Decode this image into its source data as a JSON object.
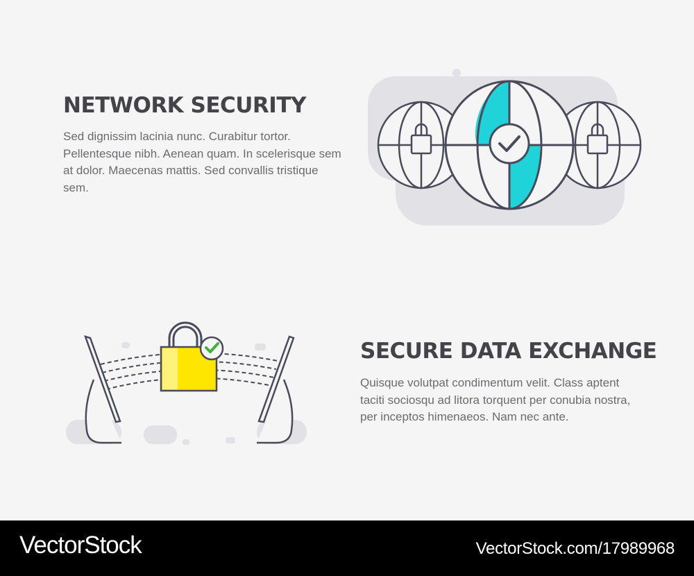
{
  "sections": [
    {
      "title": "NETWORK SECURITY",
      "body": "Sed dignissim lacinia nunc. Curabitur tortor. Pellentesque nibh. Aenean quam. In scelerisque sem at dolor. Maecenas mattis. Sed convallis tristique sem.",
      "illustration": "globes-with-padlocks-and-check-icon"
    },
    {
      "title": "SECURE DATA EXCHANGE",
      "body": "Quisque volutpat condimentum velit. Class aptent taciti sociosqu ad litora torquent per conubia nostra, per inceptos himenaeos. Nam nec ante.",
      "illustration": "laptops-with-padlock-data-exchange-icon"
    }
  ],
  "footer": {
    "brand": "VectorStock",
    "url": "VectorStock.com/17989968"
  },
  "colors": {
    "background": "#f5f5f5",
    "heading": "#444448",
    "body_text": "#6b6b6f",
    "outline": "#4a4a5a",
    "accent_cyan": "#1fd3d8",
    "accent_yellow": "#ffe600",
    "check_green": "#3cb43c",
    "blob_gray": "#e1e1e6",
    "footer_bg": "#000000"
  }
}
